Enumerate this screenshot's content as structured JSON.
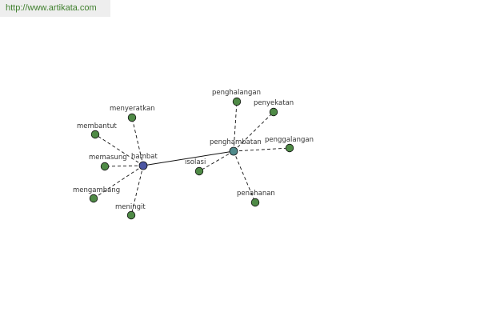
{
  "source": {
    "url": "http://www.artikata.com"
  },
  "graph": {
    "colors": {
      "center": "#4a55a2",
      "hub": "#4f8a8b",
      "leaf": "#4f8a46",
      "stroke": "#111111",
      "edge": "#111111"
    },
    "nodes": [
      {
        "id": "hambat",
        "label": "hambat",
        "kind": "center"
      },
      {
        "id": "penghambatan",
        "label": "penghambatan",
        "kind": "hub"
      },
      {
        "id": "menyeratkan",
        "label": "menyeratkan",
        "kind": "leaf"
      },
      {
        "id": "membantut",
        "label": "membantut",
        "kind": "leaf"
      },
      {
        "id": "memasung",
        "label": "memasung",
        "kind": "leaf"
      },
      {
        "id": "mengambang",
        "label": "mengambang",
        "kind": "leaf"
      },
      {
        "id": "meningit",
        "label": "meningit",
        "kind": "leaf"
      },
      {
        "id": "penghalangan",
        "label": "penghalangan",
        "kind": "leaf"
      },
      {
        "id": "penyekatan",
        "label": "penyekatan",
        "kind": "leaf"
      },
      {
        "id": "penggalangan",
        "label": "penggalangan",
        "kind": "leaf"
      },
      {
        "id": "isolasi",
        "label": "isolasi",
        "kind": "leaf"
      },
      {
        "id": "penahanan",
        "label": "penahanan",
        "kind": "leaf"
      }
    ],
    "edges": [
      {
        "from": "hambat",
        "to": "penghambatan",
        "style": "solid"
      },
      {
        "from": "hambat",
        "to": "menyeratkan",
        "style": "dashed"
      },
      {
        "from": "hambat",
        "to": "membantut",
        "style": "dashed"
      },
      {
        "from": "hambat",
        "to": "memasung",
        "style": "dashed"
      },
      {
        "from": "hambat",
        "to": "mengambang",
        "style": "dashed"
      },
      {
        "from": "hambat",
        "to": "meningit",
        "style": "dashed"
      },
      {
        "from": "penghambatan",
        "to": "penghalangan",
        "style": "dashed"
      },
      {
        "from": "penghambatan",
        "to": "penyekatan",
        "style": "dashed"
      },
      {
        "from": "penghambatan",
        "to": "penggalangan",
        "style": "dashed"
      },
      {
        "from": "penghambatan",
        "to": "isolasi",
        "style": "dashed"
      },
      {
        "from": "penghambatan",
        "to": "penahanan",
        "style": "dashed"
      }
    ]
  }
}
